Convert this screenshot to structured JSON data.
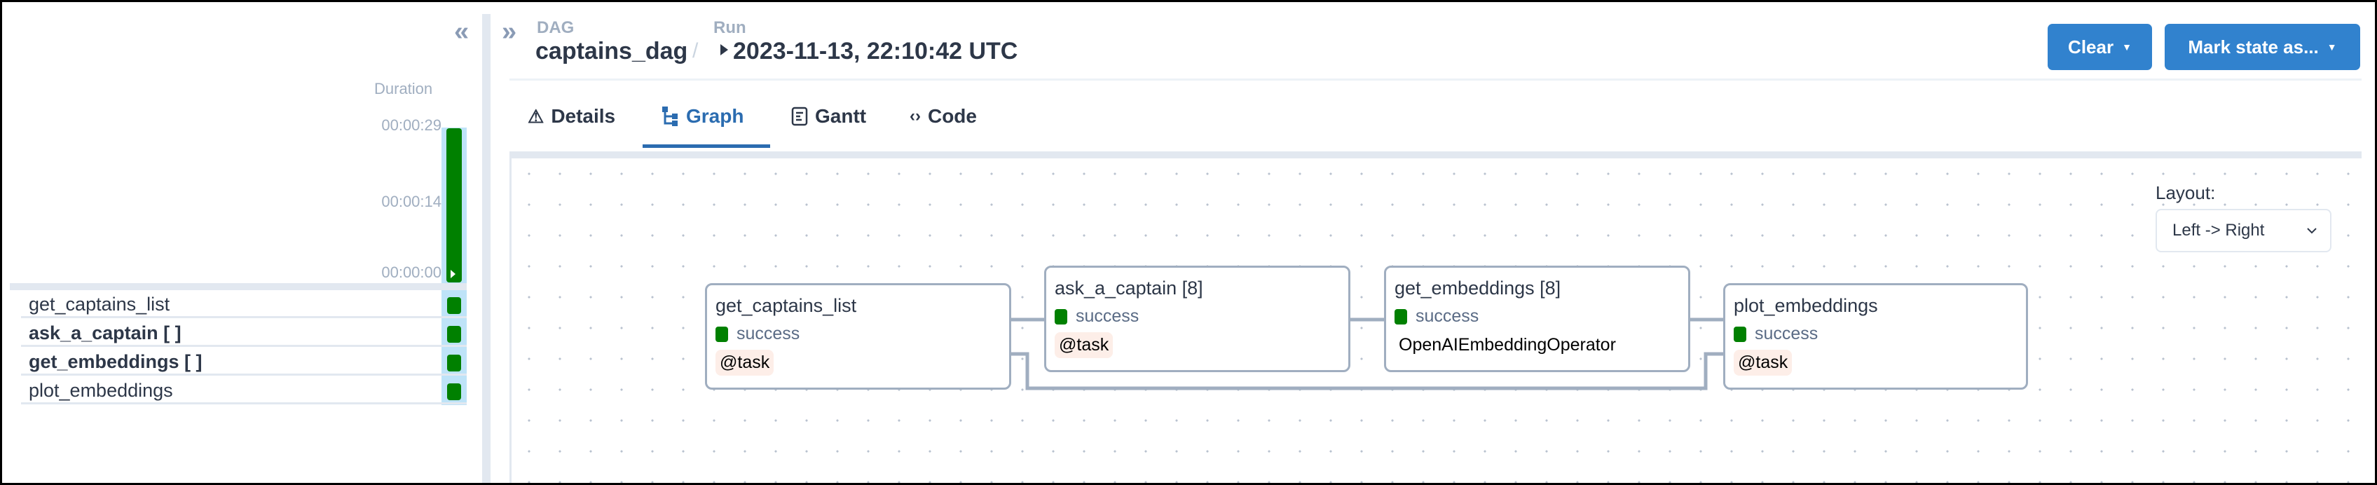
{
  "left_panel": {
    "duration_label": "Duration",
    "ticks": [
      "00:00:29",
      "00:00:14",
      "00:00:00"
    ],
    "tasks": [
      {
        "label": "get_captains_list",
        "bold": false,
        "state": "success"
      },
      {
        "label": "ask_a_captain [ ]",
        "bold": true,
        "state": "success"
      },
      {
        "label": "get_embeddings [ ]",
        "bold": true,
        "state": "success"
      },
      {
        "label": "plot_embeddings",
        "bold": false,
        "state": "success"
      }
    ]
  },
  "header": {
    "dag_label": "DAG",
    "dag_name": "captains_dag",
    "separator": "/",
    "run_label": "Run",
    "run_value": "2023-11-13, 22:10:42 UTC",
    "clear_label": "Clear",
    "mark_state_label": "Mark state as..."
  },
  "tabs": [
    {
      "label": "Details",
      "icon": "warning-triangle-icon",
      "active": false
    },
    {
      "label": "Graph",
      "icon": "graph-icon",
      "active": true
    },
    {
      "label": "Gantt",
      "icon": "gantt-icon",
      "active": false
    },
    {
      "label": "Code",
      "icon": "code-icon",
      "active": false
    }
  ],
  "graph": {
    "layout_label": "Layout:",
    "layout_value": "Left -> Right",
    "nodes": [
      {
        "title": "get_captains_list",
        "state": "success",
        "operator": "@task"
      },
      {
        "title": "ask_a_captain [8]",
        "state": "success",
        "operator": "@task"
      },
      {
        "title": "get_embeddings [8]",
        "state": "success",
        "operator": "OpenAIEmbeddingOperator"
      },
      {
        "title": "plot_embeddings",
        "state": "success",
        "operator": "@task"
      }
    ]
  },
  "colors": {
    "success": "#008000",
    "accent": "#3182ce",
    "edge": "#a0aec0"
  }
}
